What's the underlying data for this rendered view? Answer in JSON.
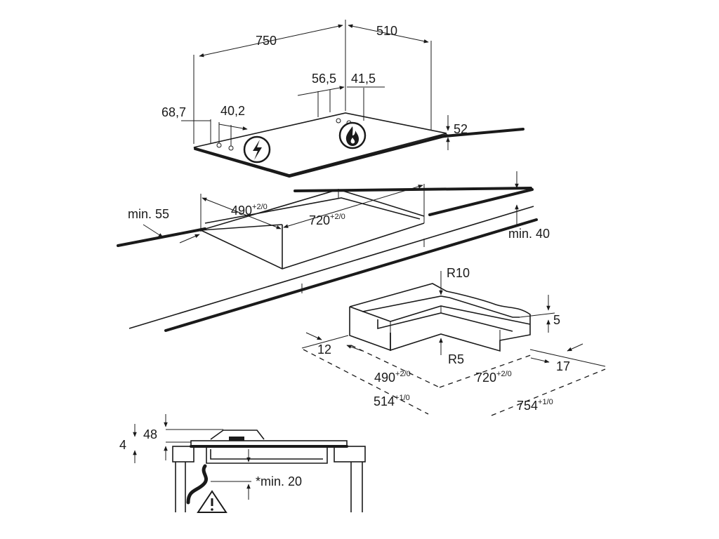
{
  "top_view": {
    "width": "750",
    "depth": "510",
    "knob_offset_left": "68,7",
    "knob_spacing_left": "40,2",
    "knob_offset_right": "56,5",
    "knob_spacing_right": "41,5",
    "height": "52"
  },
  "cutout_view": {
    "min_front": "min. 55",
    "depth": "490",
    "depth_tol": "+2/0",
    "width": "720",
    "width_tol": "+2/0",
    "min_side": "min. 40"
  },
  "corner_detail": {
    "outer_radius": "R10",
    "inner_radius": "R5",
    "step_depth": "5",
    "front_step": "12",
    "side_step": "17",
    "inner_depth": "490",
    "inner_depth_tol": "+2/0",
    "inner_width": "720",
    "inner_width_tol": "+2/0",
    "outer_depth": "514",
    "outer_depth_tol": "+1/0",
    "outer_width": "754",
    "outer_width_tol": "+1/0"
  },
  "section_view": {
    "total_height": "48",
    "glass_thickness": "4",
    "min_clearance": "*min. 20"
  },
  "icons": {
    "electric": "electric-lightning-icon",
    "gas": "gas-flame-icon",
    "warning": "warning-triangle-icon"
  }
}
